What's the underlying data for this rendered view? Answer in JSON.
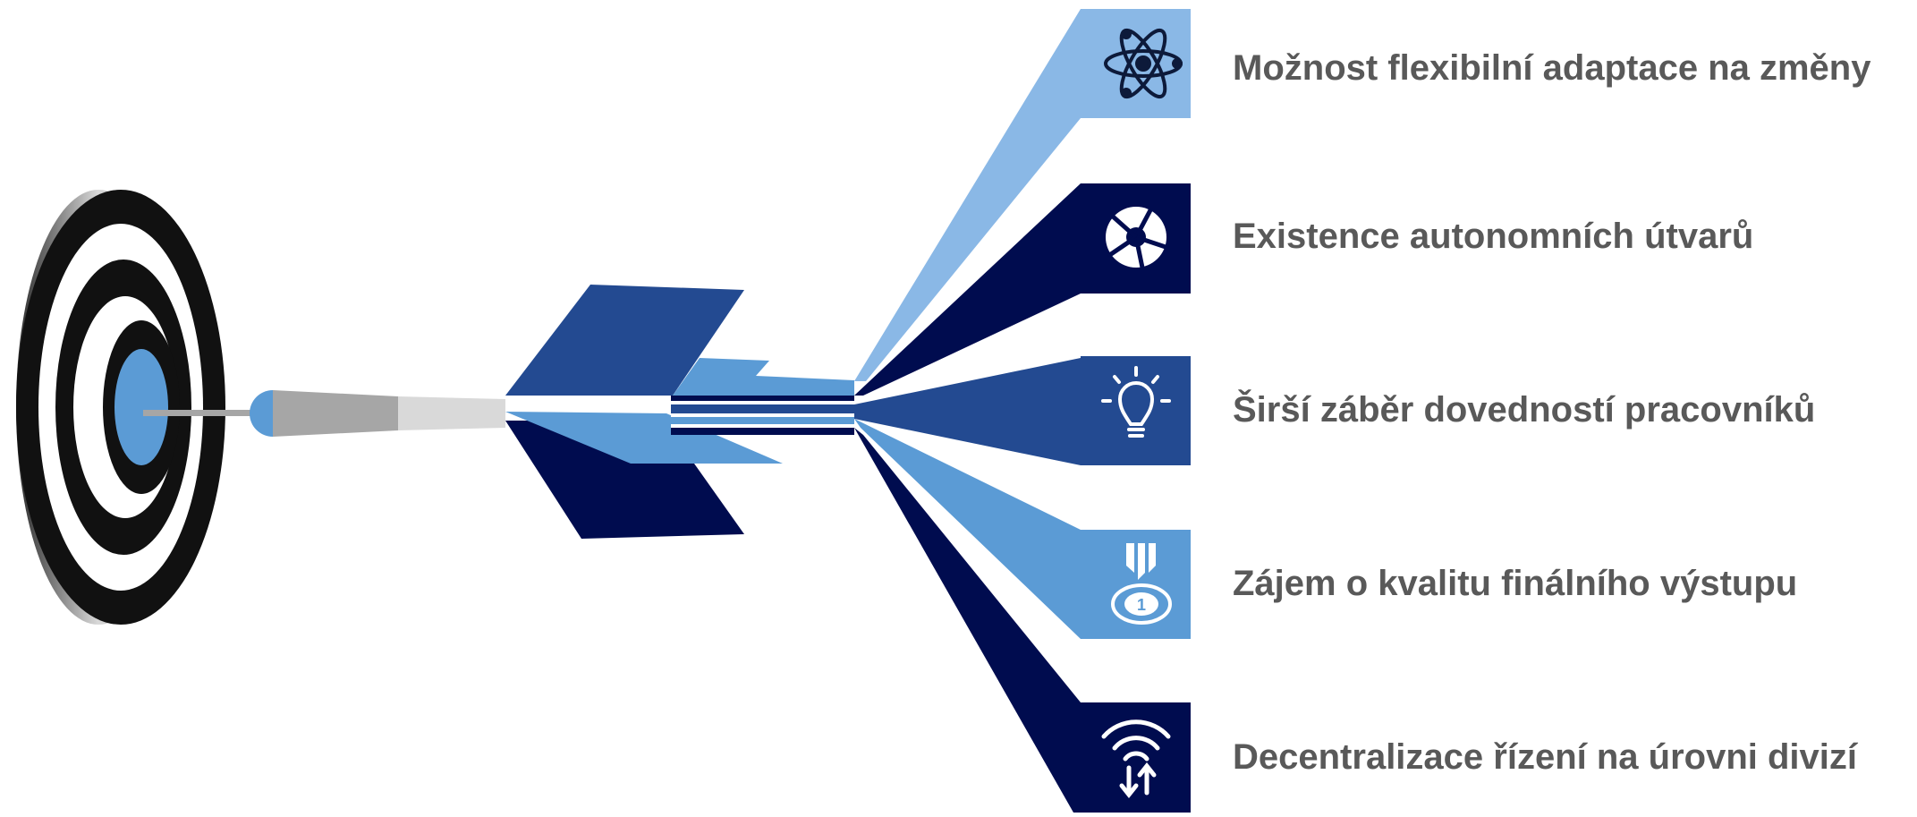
{
  "colors": {
    "light_blue": "#8ab8e6",
    "navy": "#000c4f",
    "mid_blue": "#234a91",
    "sky_blue": "#5b9bd5",
    "text_gray": "#595959"
  },
  "items": [
    {
      "label": "Možnost flexibilní adaptace na změny",
      "icon": "atom-icon",
      "color": "#8ab8e6"
    },
    {
      "label": "Existence autonomních útvarů",
      "icon": "camera-aperture-icon",
      "color": "#000c4f"
    },
    {
      "label": "Širší záběr dovedností pracovníků",
      "icon": "lightbulb-icon",
      "color": "#234a91"
    },
    {
      "label": "Zájem o kvalitu finálního výstupu",
      "icon": "medal-icon",
      "color": "#5b9bd5"
    },
    {
      "label": "Decentralizace řízení na úrovni divizí",
      "icon": "signal-transfer-icon",
      "color": "#000c4f"
    }
  ]
}
